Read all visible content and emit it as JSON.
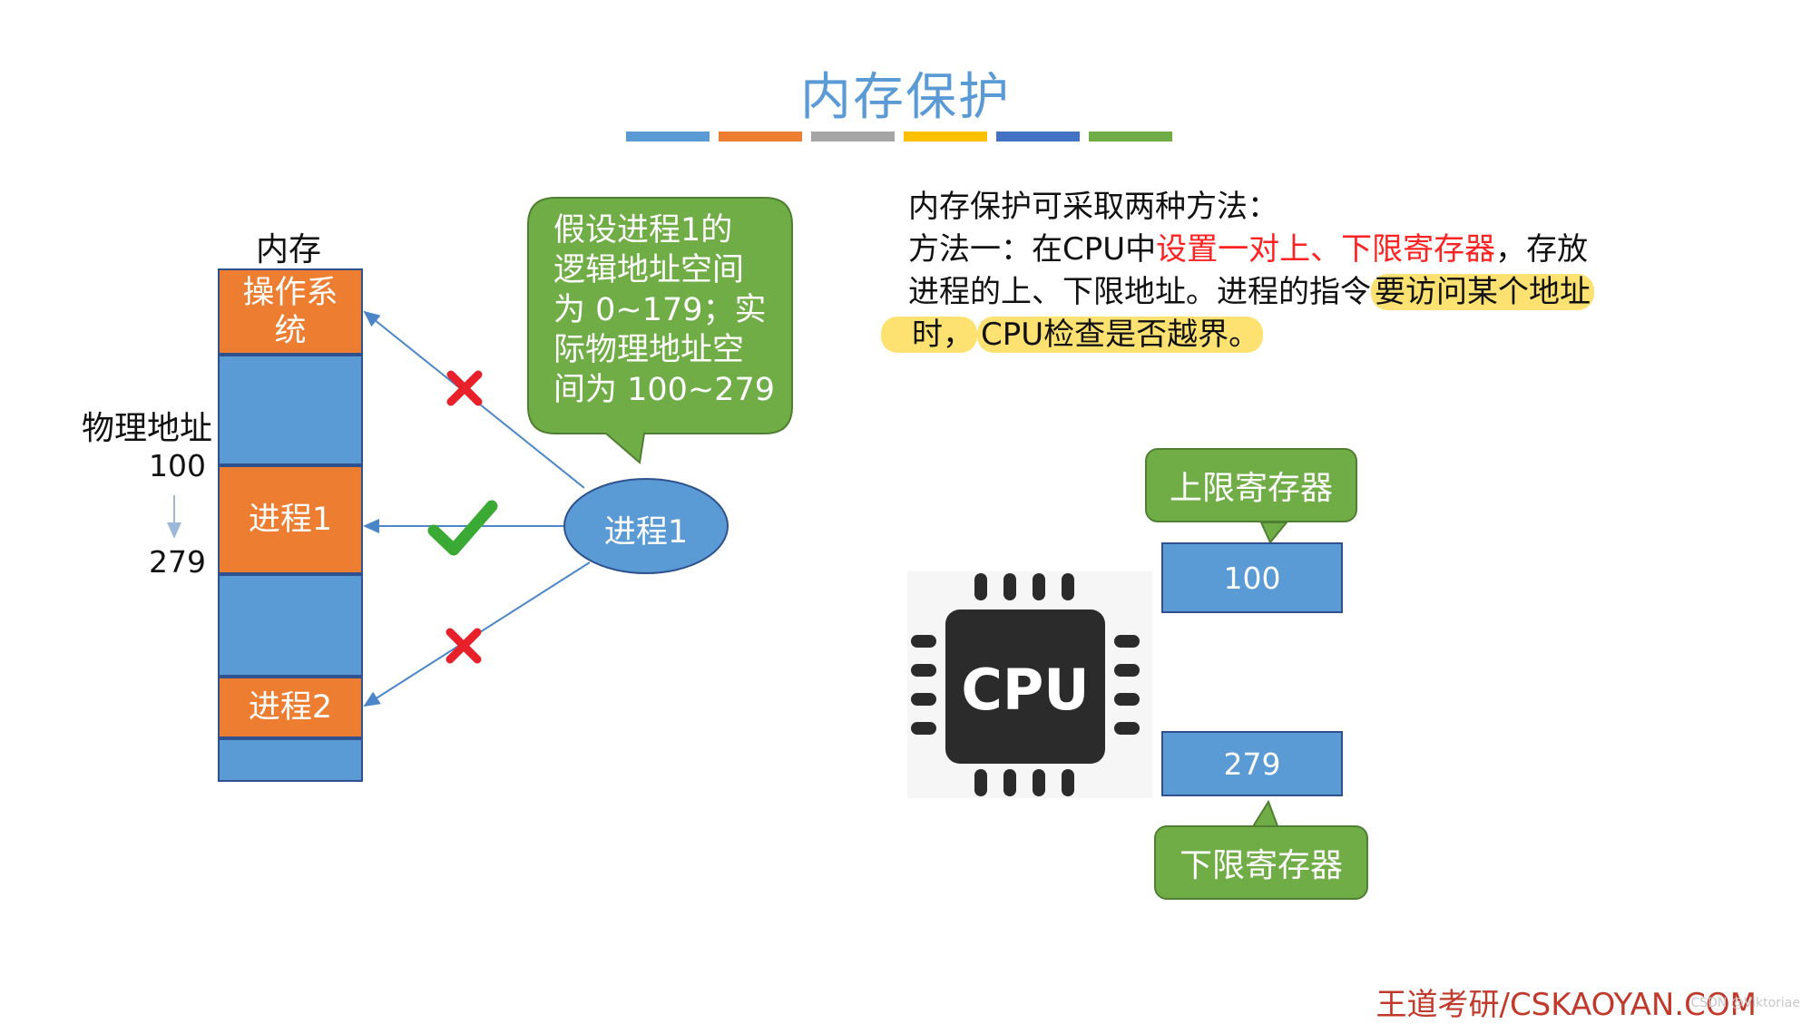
{
  "title": "内存保护",
  "color_bars": [
    "#5b9bd5",
    "#ed7d31",
    "#a5a5a5",
    "#ffc000",
    "#4472c4",
    "#70ad47"
  ],
  "memory": {
    "label": "内存",
    "blocks": [
      {
        "label": "操作系统",
        "color": "#ed7d31"
      },
      {
        "label": "",
        "color": "#5b9bd5"
      },
      {
        "label": "进程1",
        "color": "#ed7d31"
      },
      {
        "label": "",
        "color": "#5b9bd5"
      },
      {
        "label": "进程2",
        "color": "#ed7d31"
      },
      {
        "label": "",
        "color": "#5b9bd5"
      }
    ],
    "address_label": "物理地址",
    "address_start": "100",
    "address_end": "279"
  },
  "bubble": {
    "lines": [
      "假设进程1的",
      "逻辑地址空间",
      "为 0~179；实",
      "际物理地址空",
      "间为 100~279"
    ]
  },
  "process": {
    "label": "进程1"
  },
  "desc": {
    "line1": "内存保护可采取两种方法：",
    "line2_a": "方法一：在CPU中",
    "line2_b": "设置一对上、下限寄存器",
    "line2_c": "，存放",
    "line3_a": "进程的上、下限地址。进程的指令",
    "line3_b": "要访问某个地址",
    "line4_a": "时，",
    "line4_b": "CPU检查是否越界。"
  },
  "cpu": {
    "label": "CPU"
  },
  "upper_register": {
    "label": "上限寄存器",
    "value": "100"
  },
  "lower_register": {
    "label": "下限寄存器",
    "value": "279"
  },
  "footer": "王道考研/CSKAOYAN.COM",
  "watermark": "CSDN @Viktoriae"
}
